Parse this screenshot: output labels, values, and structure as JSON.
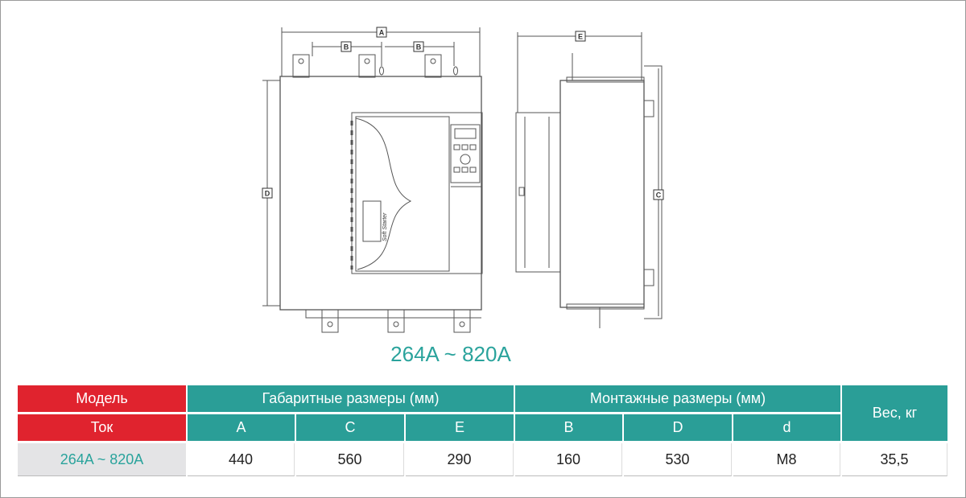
{
  "drawing": {
    "labels": {
      "a": "A",
      "b1": "B",
      "b2": "B",
      "e": "E",
      "d": "D",
      "c": "C"
    },
    "brand_text": "Soft Starter"
  },
  "caption": "264A ~ 820A",
  "table": {
    "header_row1": {
      "model": "Модель",
      "overall_dims": "Габаритные размеры (мм)",
      "mount_dims": "Монтажные размеры (мм)",
      "weight": "Вес, кг"
    },
    "header_row2": {
      "current": "Ток",
      "a": "A",
      "c": "C",
      "e": "E",
      "b": "B",
      "d": "D",
      "dd": "d"
    },
    "row": {
      "current": "264A ~ 820A",
      "a": "440",
      "c": "560",
      "e": "290",
      "b": "160",
      "d": "530",
      "dd": "M8",
      "weight": "35,5"
    }
  },
  "colors": {
    "red": "#e0232e",
    "teal": "#2a9e97",
    "caption": "#2aa39c",
    "grey_cell": "#e4e4e6"
  }
}
